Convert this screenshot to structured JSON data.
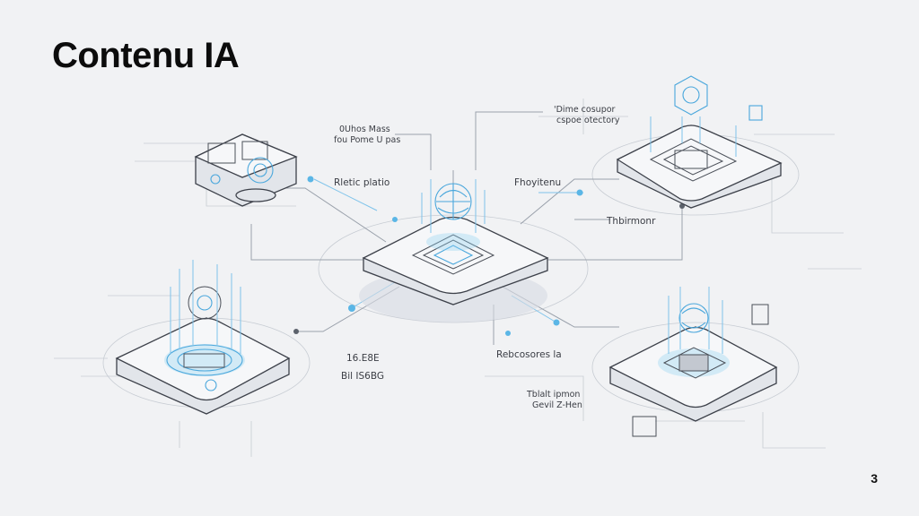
{
  "slide": {
    "title": "Contenu IA",
    "page_number": "3"
  },
  "labels": [
    "0Uhos Mass",
    "fou Pome U pas",
    "Rletic platio",
    "'Dime cosupor",
    "cspoe otectory",
    "Fhoyitenu",
    "Thbirmonr",
    "16.E8E",
    "Bil IS6BG",
    "Rebcosores la",
    "Tblalt ipmon",
    "Gevil Z-Hen"
  ],
  "colors": {
    "background": "#f1f2f4",
    "accent_blue": "#5bb6e6",
    "outline": "#3d414a"
  }
}
